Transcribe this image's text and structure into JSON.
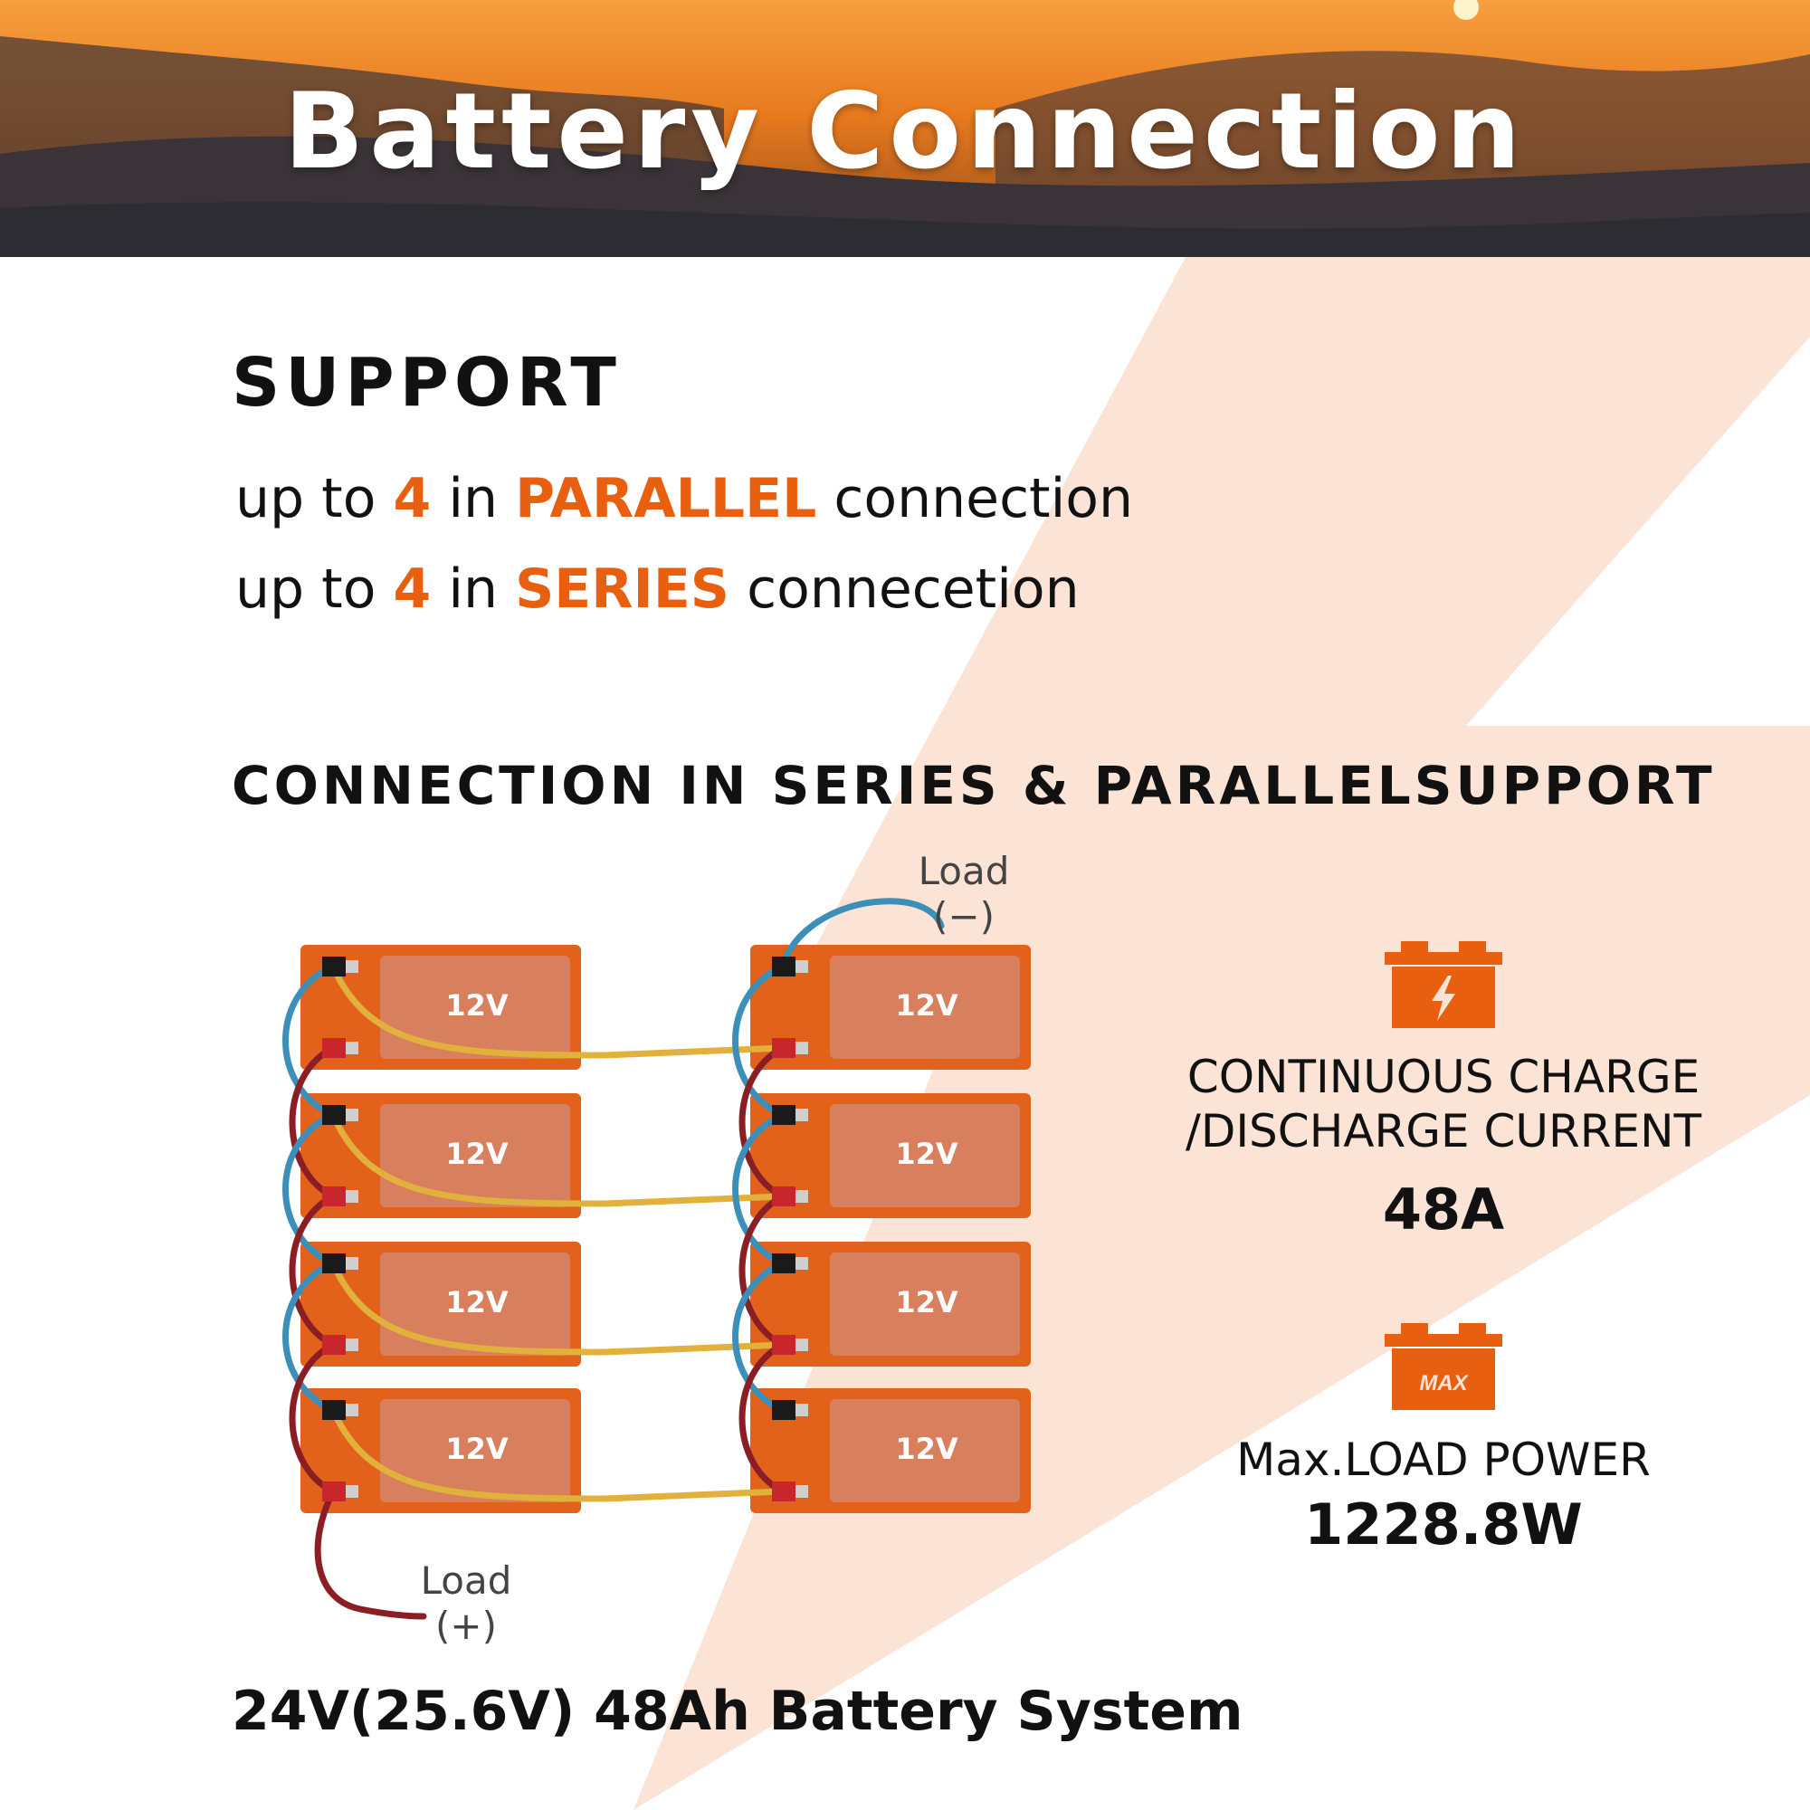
{
  "banner": {
    "title": "Battery Connection"
  },
  "support": {
    "heading": "SUPPORT",
    "parallel_line": {
      "prefix": "up to ",
      "count": "4",
      "mid": " in ",
      "mode": "PARALLEL",
      "suffix": " connection"
    },
    "series_line": {
      "prefix": "up to ",
      "count": "4",
      "mid": " in ",
      "mode": "SERIES",
      "suffix": " connecetion"
    }
  },
  "connection": {
    "heading": "CONNECTION IN SERIES & PARALLELSUPPORT",
    "battery_label": "12V",
    "load_negative": {
      "word": "Load",
      "sign": "(−)"
    },
    "load_positive": {
      "word": "Load",
      "sign": "(+)"
    },
    "system_label": "24V(25.6V) 48Ah Battery System"
  },
  "specs": {
    "charge": {
      "label_line1": "CONTINUOUS CHARGE",
      "label_line2": "/DISCHARGE CURRENT",
      "value": "48A",
      "icon": "battery-bolt-icon"
    },
    "load": {
      "label": "Max.LOAD POWER",
      "value": "1228.8W",
      "icon": "battery-max-icon",
      "icon_text": "MAX"
    }
  },
  "colors": {
    "accent": "#e8600f",
    "battery": "#e2621c",
    "wire_negative": "#3b8fb8",
    "wire_positive": "#8b1e24",
    "wire_link": "#e2b03c",
    "bolt": "#fbe3d6"
  }
}
